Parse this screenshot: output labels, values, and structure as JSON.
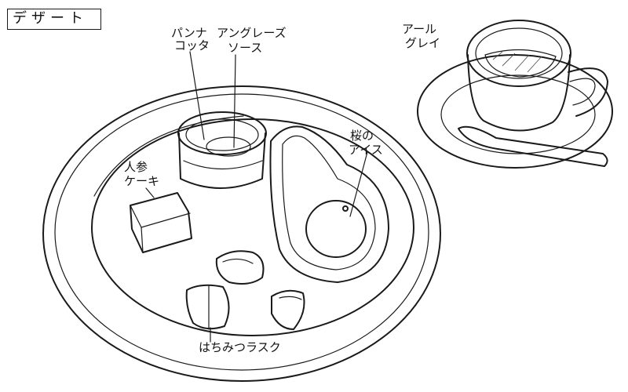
{
  "title": "デザート",
  "labels": {
    "panna_cotta": [
      "パンナ",
      "コッタ"
    ],
    "anglaise": [
      "アングレーズ",
      "ソース"
    ],
    "earl_grey": [
      "アール",
      "グレイ"
    ],
    "sakura_ice": [
      "桜の",
      "アイス"
    ],
    "carrot_cake": [
      "人参",
      "ケーキ"
    ],
    "rusk": "はちみつラスク"
  }
}
